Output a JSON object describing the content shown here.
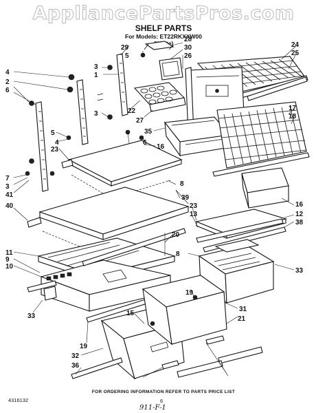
{
  "watermark": "AppliancePartsPros.com",
  "title": "SHELF PARTS",
  "subtitle_line1": "For Models: ET22RKXXW00",
  "subtitle_line2": "(White)",
  "footnote": "FOR ORDERING INFORMATION REFER TO PARTS PRICE LIST",
  "doc_number": "4316132",
  "page_number": "6",
  "handwritten_note": "911-F-1",
  "callouts": [
    "29",
    "5",
    "28",
    "30",
    "26",
    "3",
    "1",
    "24",
    "25",
    "4",
    "2",
    "6",
    "22",
    "27",
    "17",
    "18",
    "35",
    "5",
    "4",
    "3",
    "6",
    "23",
    "16",
    "8",
    "7",
    "3",
    "41",
    "40",
    "39",
    "23",
    "13",
    "16",
    "12",
    "38",
    "11",
    "9",
    "10",
    "20",
    "8",
    "33",
    "19",
    "31",
    "33",
    "15",
    "19",
    "21",
    "32",
    "36"
  ]
}
